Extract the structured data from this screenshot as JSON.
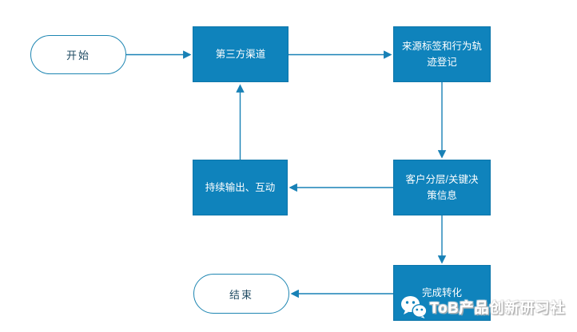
{
  "diagram": {
    "type": "flowchart",
    "nodes": {
      "start": {
        "label": "开始",
        "shape": "terminator"
      },
      "third_party": {
        "label": "第三方渠道",
        "shape": "process"
      },
      "source_tag": {
        "label": "来源标签和行为轨迹登记",
        "shape": "process"
      },
      "customer_seg": {
        "label": "客户分层/关键决策信息",
        "shape": "process"
      },
      "continuous_output": {
        "label": "持续输出、互动",
        "shape": "process"
      },
      "conversion": {
        "label": "完成转化",
        "shape": "process"
      },
      "end": {
        "label": "结束",
        "shape": "terminator"
      }
    },
    "edges": [
      {
        "from": "start",
        "to": "third_party"
      },
      {
        "from": "third_party",
        "to": "source_tag"
      },
      {
        "from": "source_tag",
        "to": "customer_seg"
      },
      {
        "from": "customer_seg",
        "to": "continuous_output"
      },
      {
        "from": "continuous_output",
        "to": "third_party"
      },
      {
        "from": "customer_seg",
        "to": "conversion"
      },
      {
        "from": "conversion",
        "to": "end"
      }
    ],
    "watermark": {
      "icon": "wechat-icon",
      "text": "ToB产品创新研习社"
    },
    "colors": {
      "process_fill": "#0F83BC",
      "process_text": "#FFFFFF",
      "connector": "#1881B6",
      "terminator_border": "#1E86B2",
      "terminator_text": "#1F4B63",
      "background": "#FFFFFF"
    }
  }
}
